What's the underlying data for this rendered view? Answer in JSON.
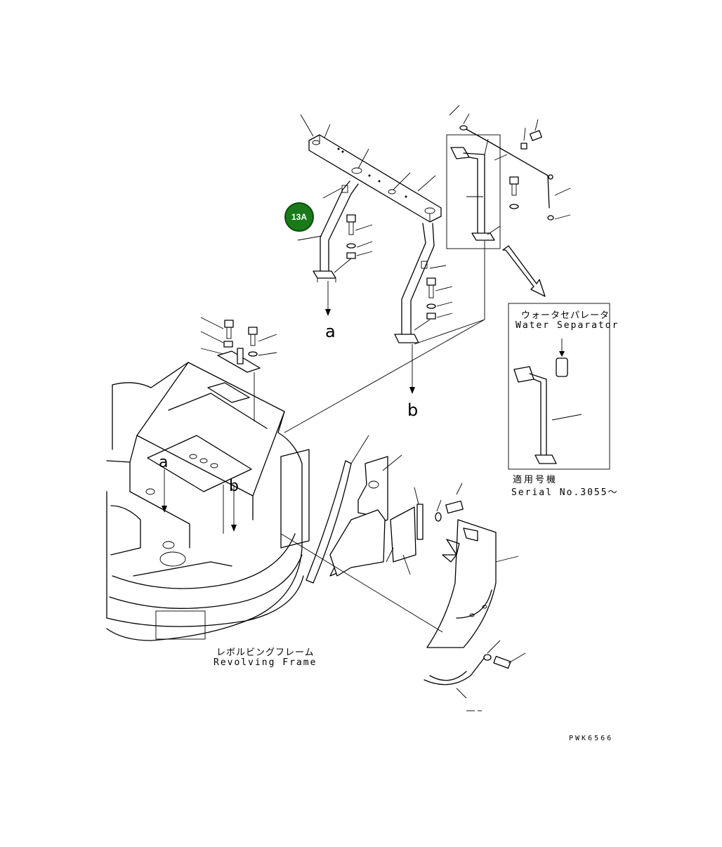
{
  "badge": {
    "label": "13A",
    "color": "#1a7a1a"
  },
  "callouts": {
    "a_top": "a",
    "b_top": "b",
    "a_frame": "a",
    "b_frame": "b"
  },
  "inset": {
    "title_jp": "ウォータセパレータ",
    "title_en": "Water Separator",
    "serial_jp": "適用号機",
    "serial_en": "Serial No.3055〜"
  },
  "frame_label": {
    "jp": "レボルビングフレーム",
    "en": "Revolving Frame"
  },
  "drawing_code": "PWK6566"
}
